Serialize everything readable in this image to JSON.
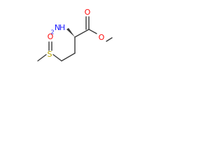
{
  "structure": {
    "atoms": {
      "nh2": {
        "text": "H",
        "sub": "2",
        "prefix": "N",
        "color": "#1a1aff"
      },
      "carbonyl_o": {
        "text": "O",
        "color": "#ff0d0d"
      },
      "ester_o": {
        "text": "O",
        "color": "#ff0d0d"
      },
      "sulfur": {
        "text": "S",
        "color": "#b8a400"
      },
      "sulfoxide_o": {
        "text": "O",
        "color": "#ff0d0d"
      }
    },
    "bond_color": "#3a3a3a"
  }
}
